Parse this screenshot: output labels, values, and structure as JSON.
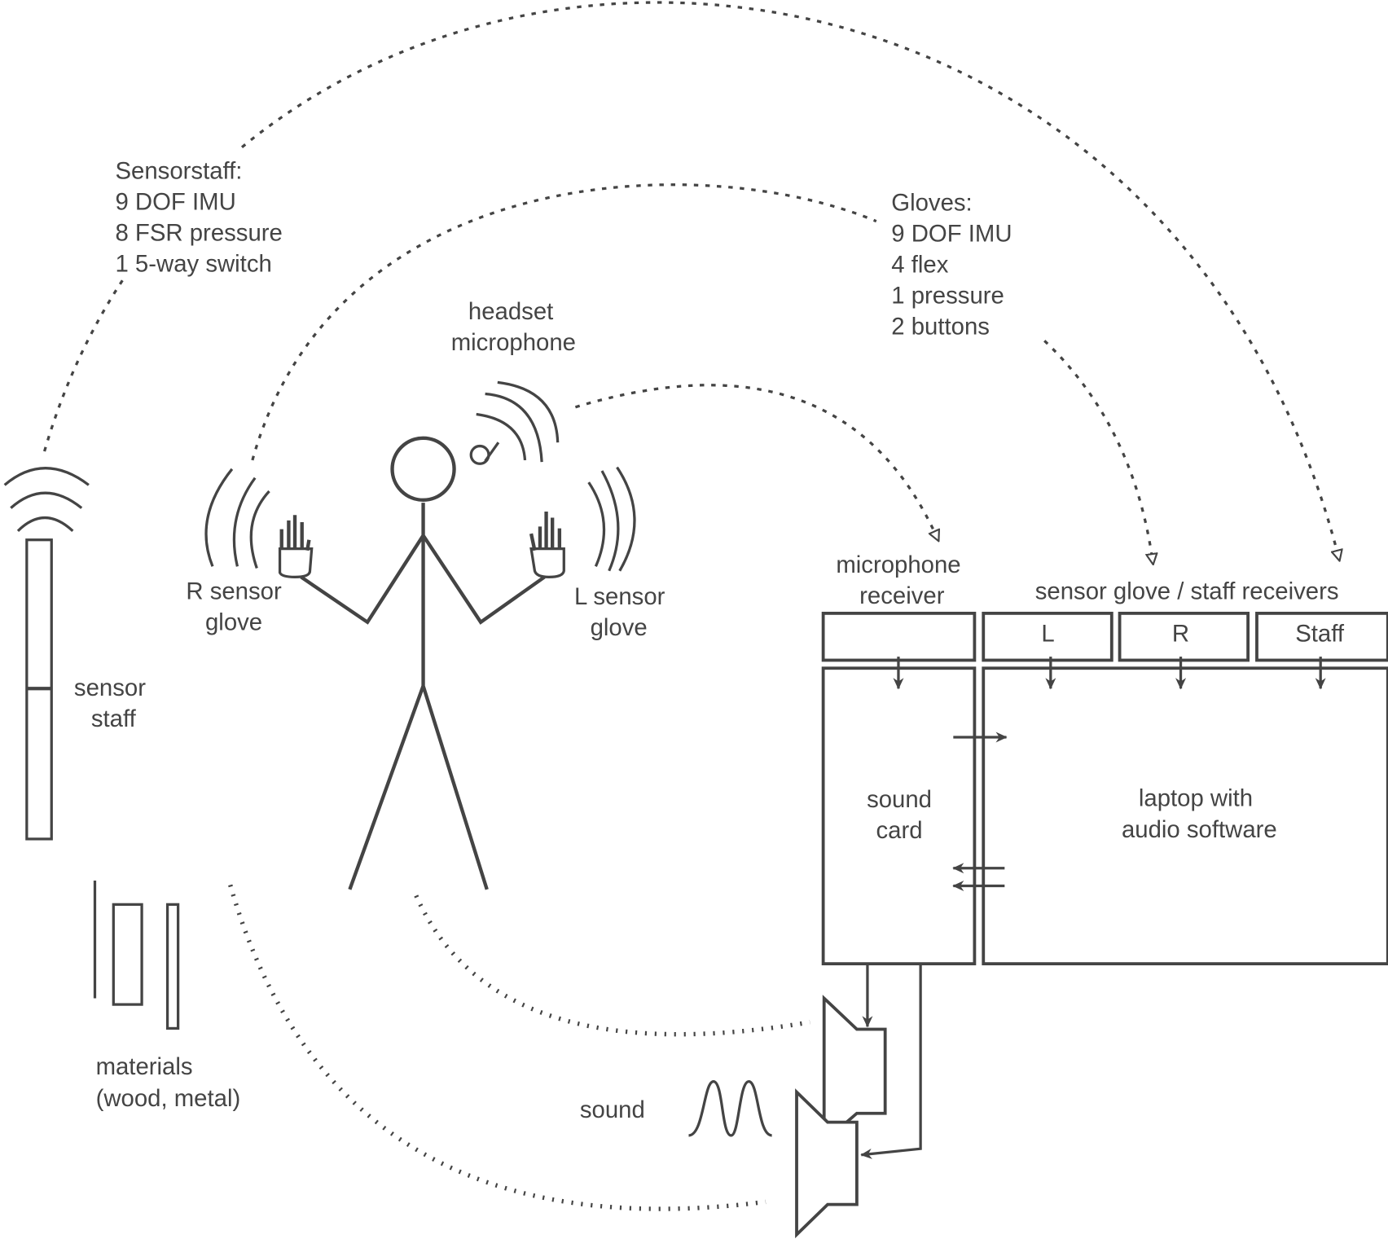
{
  "sensorstaff_spec": {
    "title": "Sensorstaff:",
    "lines": [
      "9 DOF IMU",
      "8 FSR pressure",
      "1 5-way switch"
    ]
  },
  "gloves_spec": {
    "title": "Gloves:",
    "lines": [
      "9 DOF IMU",
      "4 flex",
      "1 pressure",
      "2 buttons"
    ]
  },
  "headset": [
    "headset",
    "microphone"
  ],
  "r_glove": [
    "R sensor",
    "glove"
  ],
  "l_glove": [
    "L sensor",
    "glove"
  ],
  "staff": [
    "sensor",
    "staff"
  ],
  "materials": [
    "materials",
    "(wood, metal)"
  ],
  "sound": "sound",
  "mic_receiver": [
    "microphone",
    "receiver"
  ],
  "receivers_label": "sensor glove / staff receivers",
  "receiver_boxes": [
    "L",
    "R",
    "Staff"
  ],
  "sound_card": [
    "sound",
    "card"
  ],
  "laptop": [
    "laptop with",
    "audio software"
  ]
}
